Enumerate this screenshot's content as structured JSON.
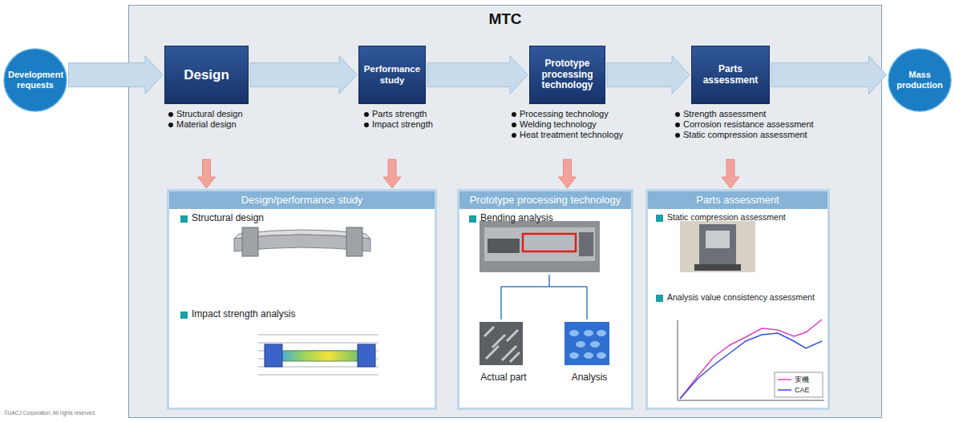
{
  "diagram": {
    "nodes": [
      {
        "text": [
          "Development requests"
        ]
      },
      {
        "text": [
          "MTC"
        ]
      },
      {
        "text": [
          "Design",
          "Structural design",
          "Material design"
        ],
        "in": 1
      },
      {
        "text": [
          "Performance study",
          "Parts strength",
          "Impact strength"
        ],
        "in": 1
      },
      {
        "text": [
          "Prototype processing technology",
          "Processing technology",
          "Welding technology",
          "Heat treatment technology"
        ],
        "in": 1
      },
      {
        "text": [
          "Parts assessment",
          "Strength assessment",
          "Corrosion resistance assessment",
          "Static compression assessment"
        ],
        "in": 1
      },
      {
        "text": [
          "Mass production"
        ]
      },
      {
        "text": [
          "Design/performance study",
          "Structural design",
          "Impact strength analysis"
        ],
        "in": 1
      },
      {
        "text": [
          "Prototype processing technology",
          "Bending analysis",
          "Actual part",
          "Analysis"
        ],
        "in": 1
      },
      {
        "text": [
          "Parts assessment",
          "Static compression assessment",
          "Analysis value consistency assessment"
        ],
        "in": 1
      }
    ],
    "edges": [
      {
        "from": 0,
        "to": 2,
        "arrow": "to"
      },
      {
        "from": 2,
        "to": 3,
        "arrow": "to"
      },
      {
        "from": 3,
        "to": 4,
        "arrow": "to"
      },
      {
        "from": 4,
        "to": 5,
        "arrow": "to"
      },
      {
        "from": 5,
        "to": 6,
        "arrow": "to"
      },
      {
        "from": 2,
        "to": 7,
        "arrow": "to"
      },
      {
        "from": 3,
        "to": 7,
        "arrow": "to"
      },
      {
        "from": 4,
        "to": 8,
        "arrow": "to"
      },
      {
        "from": 5,
        "to": 9,
        "arrow": "to"
      }
    ],
    "labels": [
      "©UACJ Corporation. All rights reserved."
    ],
    "legend": [
      {
        "text": "実機"
      },
      {
        "text": "CAE"
      }
    ]
  }
}
